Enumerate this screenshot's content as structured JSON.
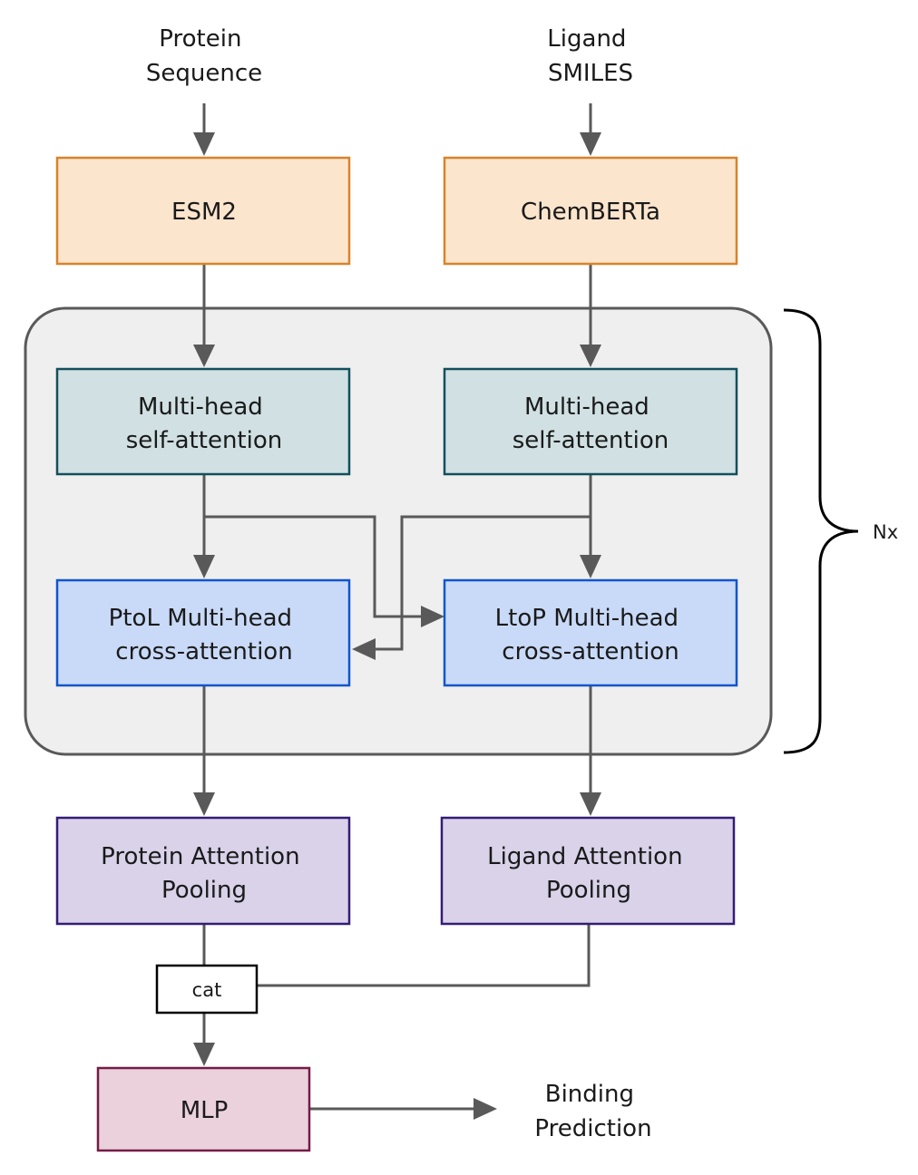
{
  "inputs": {
    "protein": [
      "Protein",
      "Sequence"
    ],
    "ligand": [
      "Ligand",
      "SMILES"
    ]
  },
  "encoders": {
    "protein": "ESM2",
    "ligand": "ChemBERTa"
  },
  "block": {
    "protein_self_attention": [
      "Multi-head",
      "self-attention"
    ],
    "ligand_self_attention": [
      "Multi-head",
      "self-attention"
    ],
    "protein_cross_attention": [
      "PtoL Multi-head",
      "cross-attention"
    ],
    "ligand_cross_attention": [
      "LtoP Multi-head",
      "cross-attention"
    ],
    "repeat_label": "Nx"
  },
  "pooling": {
    "protein": [
      "Protein Attention",
      "Pooling"
    ],
    "ligand": [
      "Ligand Attention",
      "Pooling"
    ]
  },
  "concat_label": "cat",
  "head_label": "MLP",
  "output": [
    "Binding",
    "Prediction"
  ],
  "colors": {
    "encoder_fill": "#fce5cd",
    "encoder_stroke": "#d9822b",
    "self_attention_fill": "#d0e0e3",
    "self_attention_stroke": "#134f5c",
    "cross_attention_fill": "#c9daf8",
    "cross_attention_stroke": "#1155cc",
    "pooling_fill": "#d9d2e9",
    "pooling_stroke": "#351c75",
    "mlp_fill": "#ead1dc",
    "mlp_stroke": "#741b47",
    "block_fill": "#efefef",
    "block_stroke": "#595959",
    "arrow": "#595959"
  }
}
